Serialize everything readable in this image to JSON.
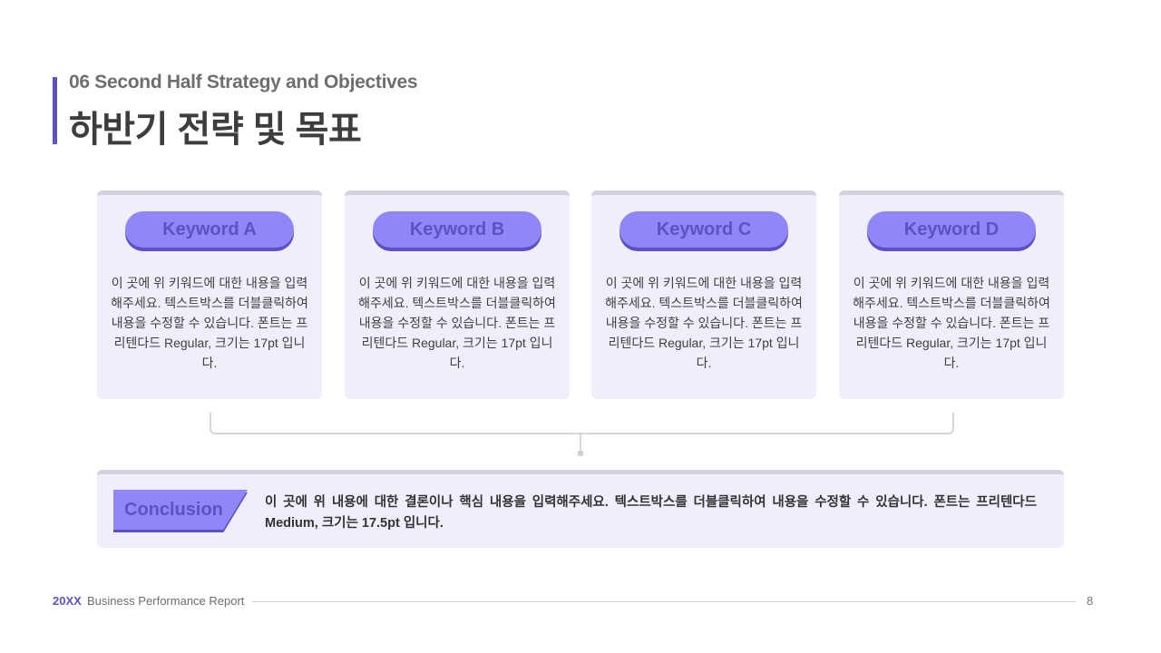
{
  "header": {
    "subtitle": "06 Second Half Strategy and Objectives",
    "title": "하반기 전략 및 목표"
  },
  "cards": [
    {
      "keyword": "Keyword A",
      "description": "이 곳에 위 키워드에 대한 내용을 입력해주세요. 텍스트박스를 더블클릭하여 내용을 수정할 수 있습니다. 폰트는 프리텐다드 Regular, 크기는 17pt 입니다."
    },
    {
      "keyword": "Keyword B",
      "description": "이 곳에 위 키워드에 대한 내용을 입력해주세요. 텍스트박스를 더블클릭하여 내용을 수정할 수 있습니다. 폰트는 프리텐다드 Regular, 크기는 17pt 입니다."
    },
    {
      "keyword": "Keyword C",
      "description": "이 곳에 위 키워드에 대한 내용을 입력해주세요. 텍스트박스를 더블클릭하여 내용을 수정할 수 있습니다. 폰트는 프리텐다드 Regular, 크기는 17pt 입니다."
    },
    {
      "keyword": "Keyword D",
      "description": "이 곳에 위 키워드에 대한 내용을 입력해주세요. 텍스트박스를 더블클릭하여 내용을 수정할 수 있습니다. 폰트는 프리텐다드 Regular, 크기는 17pt 입니다."
    }
  ],
  "conclusion": {
    "label": "Conclusion",
    "text": "이 곳에 위 내용에 대한 결론이나 핵심 내용을 입력해주세요. 텍스트박스를 더블클릭하여 내용을 수정할 수 있습니다. 폰트는 프리텐다드 Medium, 크기는 17.5pt 입니다."
  },
  "footer": {
    "brand": "20XX",
    "title": "Business Performance Report",
    "page": "8"
  },
  "colors": {
    "accent": "#5b53c0",
    "pill": "#8f87f8",
    "card_bg": "#f0eefc"
  }
}
